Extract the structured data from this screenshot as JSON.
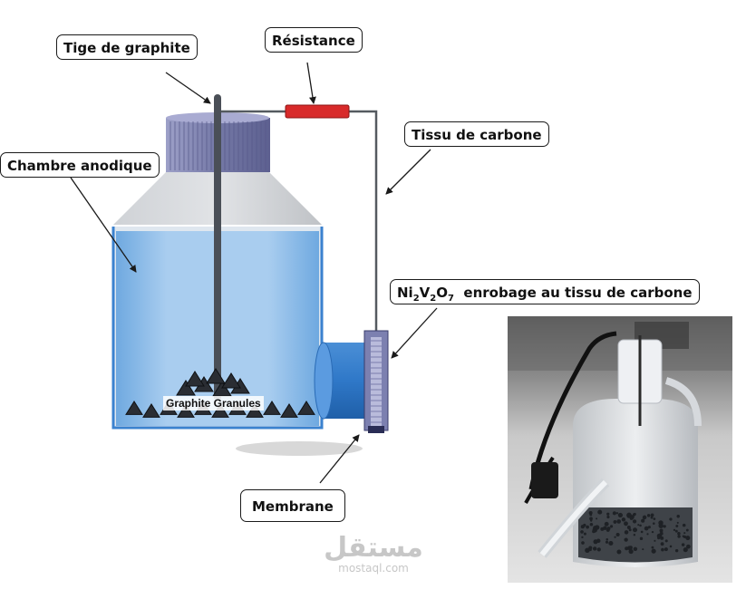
{
  "labels": {
    "tige": "Tige de graphite",
    "resistance": "Résistance",
    "tissu": "Tissu de carbone",
    "chambre": "Chambre anodique",
    "coating": {
      "parts": [
        {
          "t": "Ni",
          "sub": false
        },
        {
          "t": "2",
          "sub": true
        },
        {
          "t": "V",
          "sub": false
        },
        {
          "t": "2",
          "sub": true
        },
        {
          "t": "O",
          "sub": false
        },
        {
          "t": "7",
          "sub": true
        },
        {
          "t": "  enrobage au tissu de carbone",
          "sub": false
        }
      ]
    },
    "membrane": "Membrane",
    "granules": "Graphite Granules"
  },
  "watermark": {
    "arabic": "مستقل",
    "latin": "mostaql.com"
  },
  "colors": {
    "water": "#a9cdef",
    "water_edge": "#4a90d0",
    "cap": "#7c80b0",
    "resistor": "#d82a2a",
    "glass": "#c9cccf"
  }
}
